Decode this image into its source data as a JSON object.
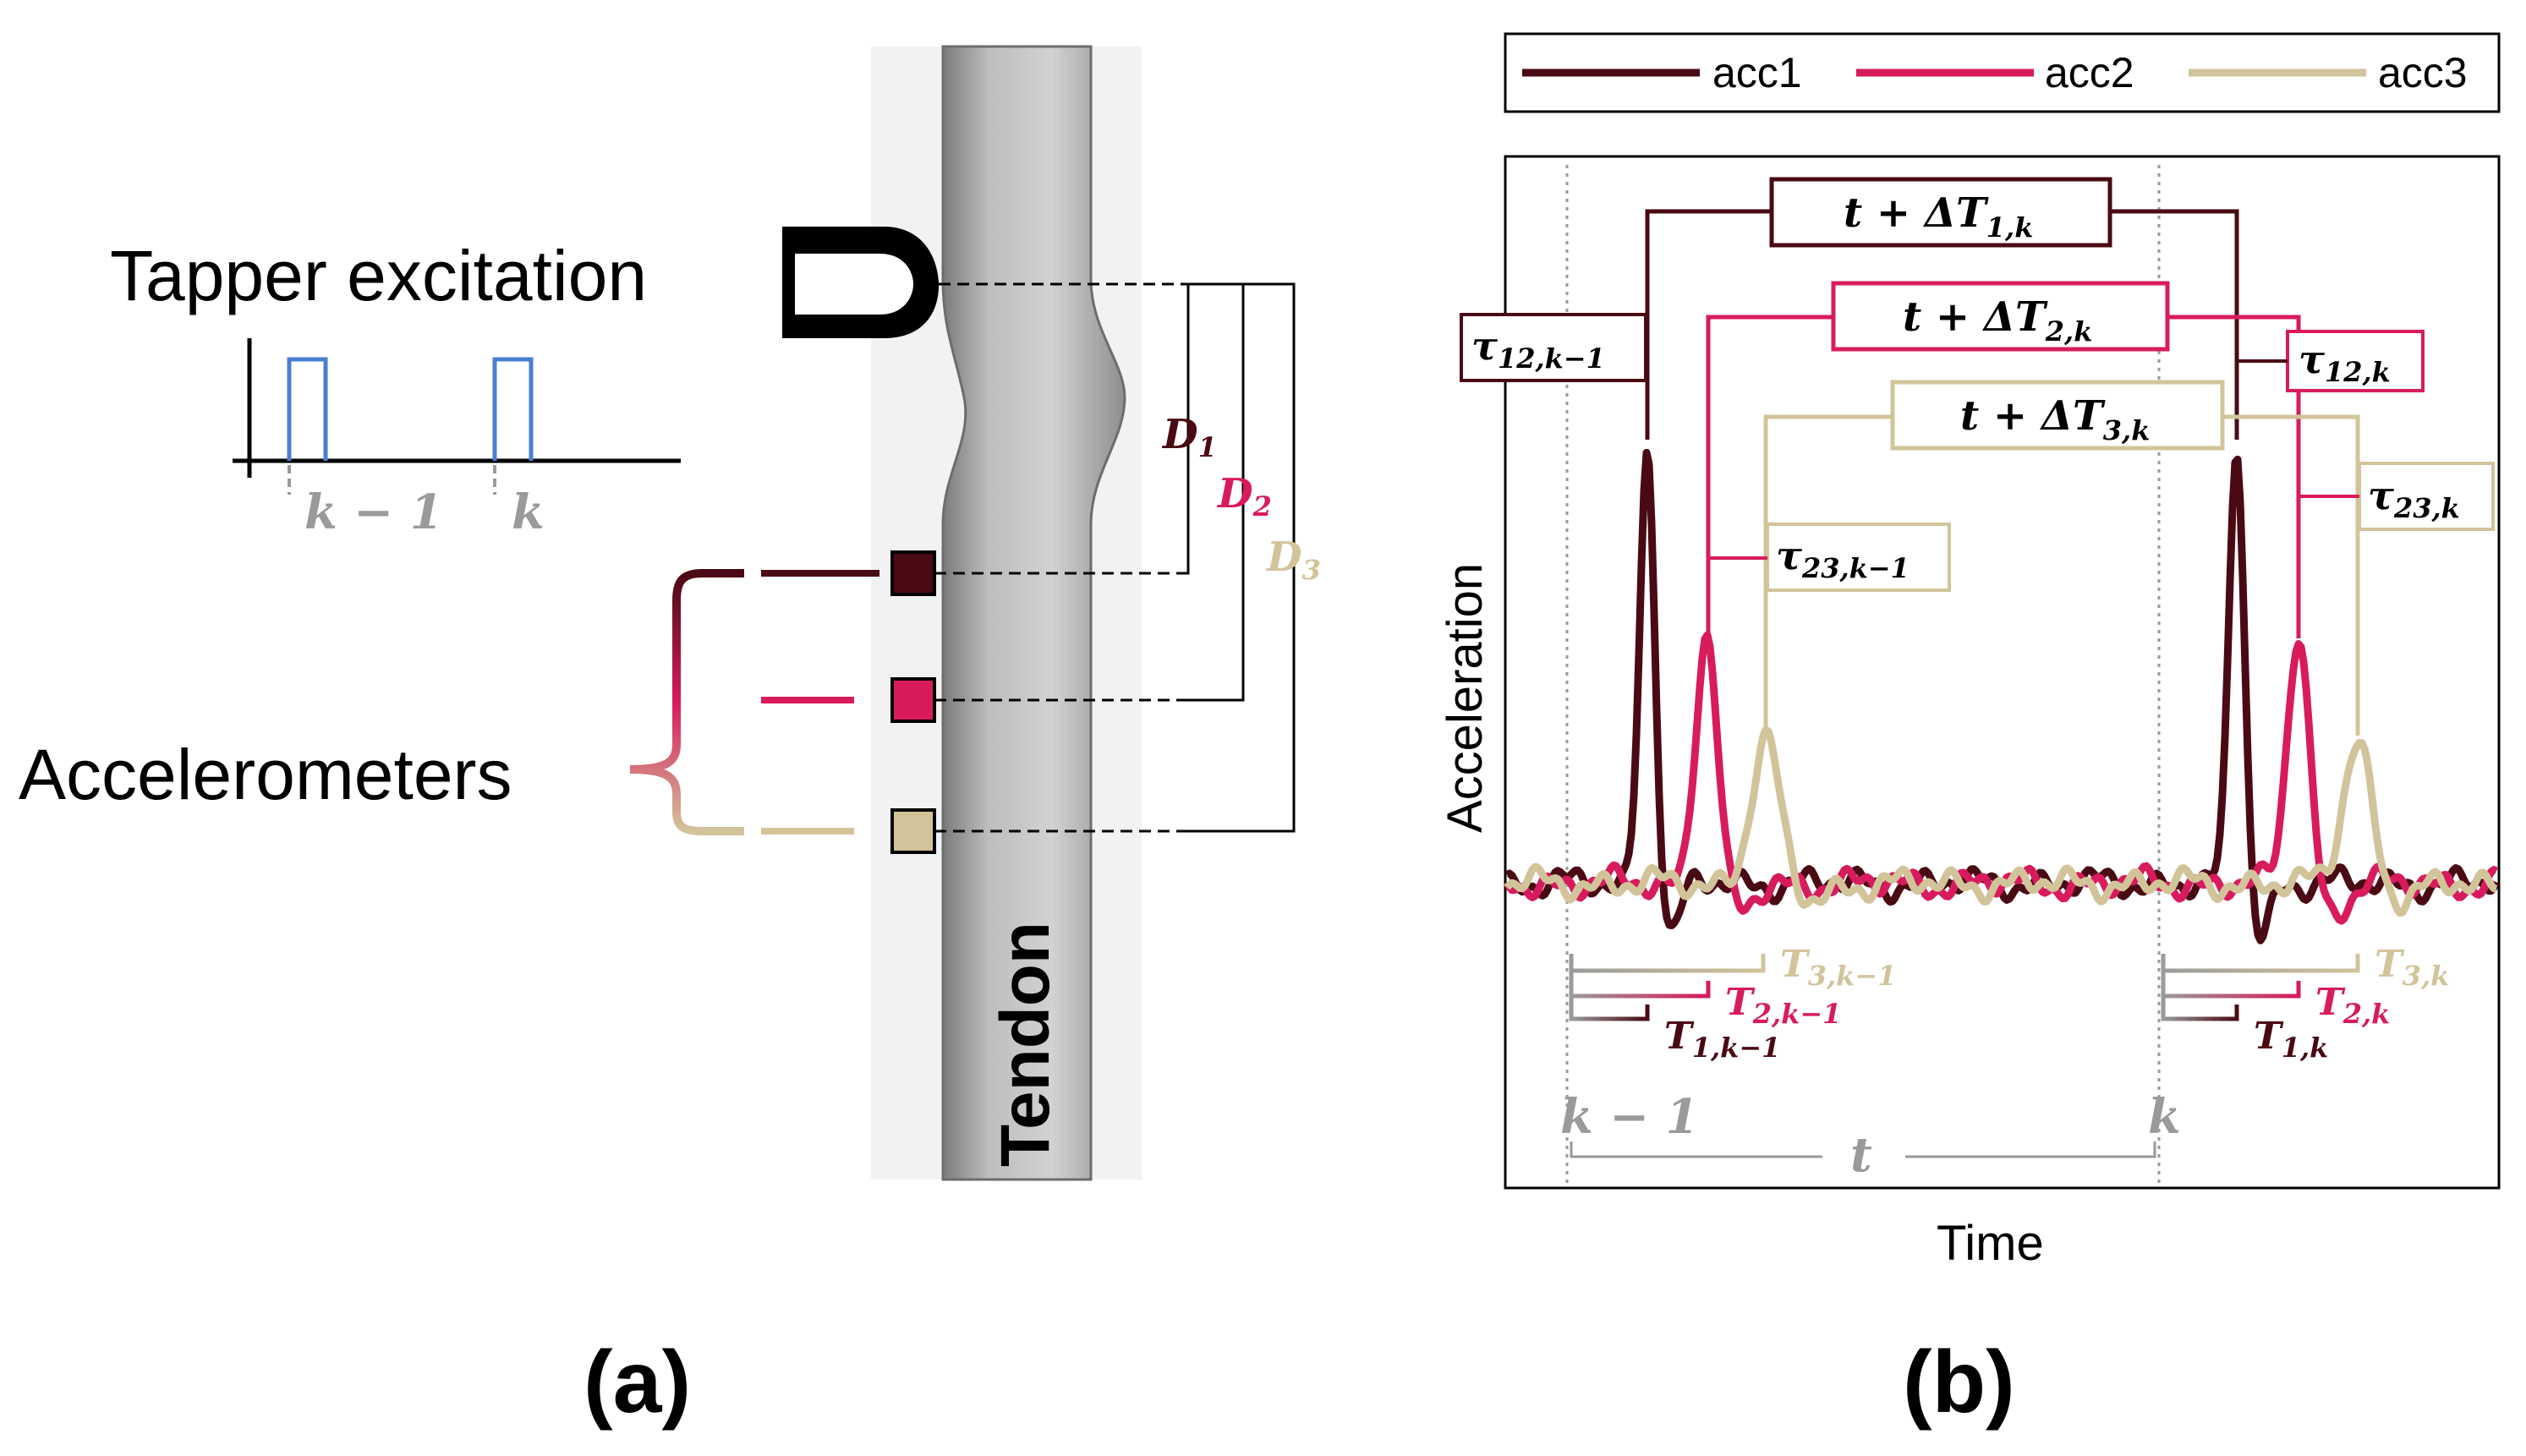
{
  "panel_a": {
    "label": "(a)",
    "tapper_label": "Tapper excitation",
    "accelerometers_label": "Accelerometers",
    "tendon_label": "Tendon",
    "pulse_ticks": {
      "k_minus_1": "k − 1",
      "k": "k"
    },
    "distances": {
      "d1": {
        "base": "D",
        "sub": "1"
      },
      "d2": {
        "base": "D",
        "sub": "2"
      },
      "d3": {
        "base": "D",
        "sub": "3"
      }
    }
  },
  "panel_b": {
    "label": "(b)",
    "legend": [
      {
        "name": "acc1",
        "color": "#4a0a14"
      },
      {
        "name": "acc2",
        "color": "#d81b5c"
      },
      {
        "name": "acc3",
        "color": "#d2c49a"
      }
    ],
    "ylabel": "Acceleration",
    "xlabel": "Time",
    "delta_labels": {
      "dt1": {
        "base": "t + ΔT",
        "sub": "1,k"
      },
      "dt2": {
        "base": "t + ΔT",
        "sub": "2,k"
      },
      "dt3": {
        "base": "t + ΔT",
        "sub": "3,k"
      }
    },
    "tau_labels": {
      "tau12_km1": {
        "base": "τ",
        "sub": "12,k−1"
      },
      "tau12_k": {
        "base": "τ",
        "sub": "12,k"
      },
      "tau23_km1": {
        "base": "τ",
        "sub": "23,k−1"
      },
      "tau23_k": {
        "base": "τ",
        "sub": "23,k"
      }
    },
    "arrival_labels": {
      "t3_km1": {
        "base": "T",
        "sub": "3,k−1"
      },
      "t2_km1": {
        "base": "T",
        "sub": "2,k−1"
      },
      "t1_km1": {
        "base": "T",
        "sub": "1,k−1"
      },
      "t3_k": {
        "base": "T",
        "sub": "3,k"
      },
      "t2_k": {
        "base": "T",
        "sub": "2,k"
      },
      "t1_k": {
        "base": "T",
        "sub": "1,k"
      }
    },
    "axis_marks": {
      "k_minus_1": "k − 1",
      "t": "t",
      "k": "k"
    }
  },
  "colors": {
    "acc1": "#4a0a14",
    "acc2": "#d81b5c",
    "acc3": "#d2c49a",
    "pulse": "#4a7fd4",
    "grey": "#9a9a9a"
  }
}
